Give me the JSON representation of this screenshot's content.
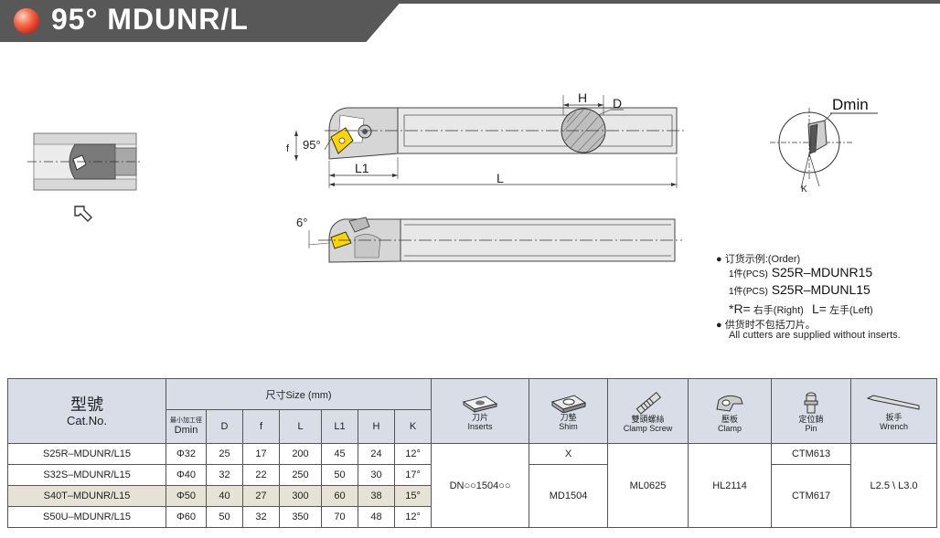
{
  "header": {
    "title": "95° MDUNR/L"
  },
  "drawing": {
    "labels": {
      "angle_95": "95°",
      "f": "f",
      "h": "H",
      "d": "D",
      "l1": "L1",
      "l": "L",
      "angle_6": "6°",
      "dmin": "Dmin",
      "k": "K"
    }
  },
  "order_notes": {
    "line1": "订货示例:(Order)",
    "line2_prefix": "1件(PCS)",
    "line2_code": "S25R–MDUNR15",
    "line3_prefix": "1件(PCS)",
    "line3_code": "S25R–MDUNL15",
    "line4_r": "*R=",
    "line4_r_text": "右手(Right)",
    "line4_l": "L=",
    "line4_l_text": "左手(Left)",
    "line5": "供货时不包括刀片。",
    "line6": "All cutters are supplied without inserts."
  },
  "table": {
    "cat_cn": "型號",
    "cat_en": "Cat.No.",
    "size_header": "尺寸Size (mm)",
    "dmin_cn": "最小加工徑",
    "dmin_en": "Dmin",
    "col_D": "D",
    "col_f": "f",
    "col_L": "L",
    "col_L1": "L1",
    "col_H": "H",
    "col_K": "K",
    "accessories": [
      {
        "cn": "刀片",
        "en": "Inserts"
      },
      {
        "cn": "刀墊",
        "en": "Shim"
      },
      {
        "cn": "雙頭螺絲",
        "en": "Clamp Screw"
      },
      {
        "cn": "壓板",
        "en": "Clamp"
      },
      {
        "cn": "定位銷",
        "en": "Pin"
      },
      {
        "cn": "扳手",
        "en": "Wrench"
      }
    ],
    "rows": [
      {
        "cat": "S25R–MDUNR/L15",
        "dmin": "Φ32",
        "D": "25",
        "f": "17",
        "L": "200",
        "L1": "45",
        "H": "24",
        "K": "12°"
      },
      {
        "cat": "S32S–MDUNR/L15",
        "dmin": "Φ40",
        "D": "32",
        "f": "22",
        "L": "250",
        "L1": "50",
        "H": "30",
        "K": "17°"
      },
      {
        "cat": "S40T–MDUNR/L15",
        "dmin": "Φ50",
        "D": "40",
        "f": "27",
        "L": "300",
        "L1": "60",
        "H": "38",
        "K": "15°"
      },
      {
        "cat": "S50U–MDUNR/L15",
        "dmin": "Φ60",
        "D": "50",
        "f": "32",
        "L": "350",
        "L1": "70",
        "H": "48",
        "K": "12°"
      }
    ],
    "insert": "DN○○1504○○",
    "shim_first": "X",
    "shim": "MD1504",
    "clamp_screw": "ML0625",
    "clamp": "HL2114",
    "pin_first": "CTM613",
    "pin": "CTM617",
    "wrench": "L2.5 \\ L3.0"
  }
}
